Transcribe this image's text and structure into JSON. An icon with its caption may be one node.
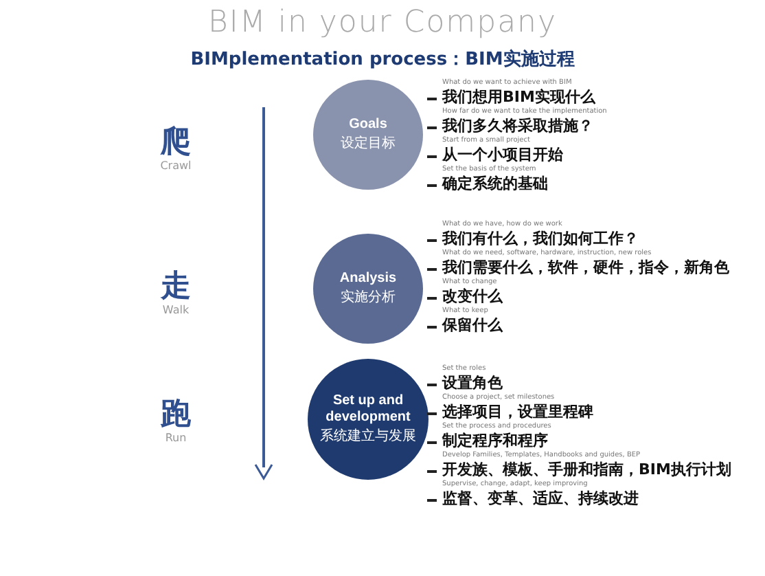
{
  "diagram": {
    "title": "BIM in your Company",
    "nodes": [
      {
        "text": [
          "Goals",
          "设定目标"
        ],
        "beside": [
          "What do we want to achieve with BIM",
          "我们想用BIM实现什么",
          "How far do we want to take the implementation",
          "我们多久将采取措施？",
          "Start from a small project",
          "从一个小项目开始",
          "Set the basis of the system",
          "确定系统的基础"
        ]
      },
      {
        "text": [
          "Analysis",
          "实施分析"
        ],
        "beside": [
          "What do we have, how do we work",
          "我们有什么，我们如何工作？",
          "What do we need, software, hardware, instruction, new roles",
          "我们需要什么，软件，硬件，指令，新角色",
          "What to change",
          "改变什么",
          "What to keep",
          "保留什么"
        ]
      },
      {
        "text": [
          "Set up and development",
          "系统建立与发展"
        ],
        "beside": [
          "Set the roles",
          "设置角色",
          "Choose a project, set milestones",
          "选择项目，设置里程碑",
          "Set the process and procedures",
          "制定程序和程序",
          "Develop Families, Templates, Handbooks and guides, BEP",
          "开发族、模板、手册和指南，BIM执行计划",
          "Supervise, change, adapt, keep improving",
          "监督、变革、适应、持续改进"
        ]
      }
    ],
    "labels": [
      "BIMplementation process：BIM实施过程",
      "爬",
      "Crawl",
      "走",
      "Walk",
      "跑",
      "Run"
    ]
  }
}
